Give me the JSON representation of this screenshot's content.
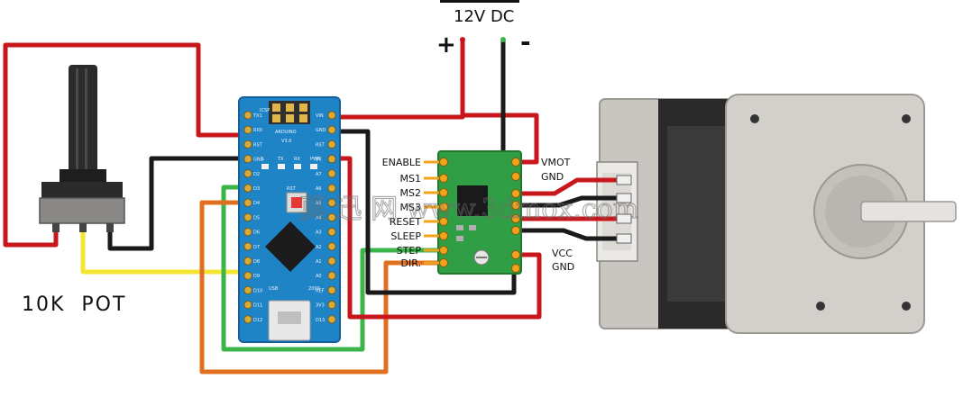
{
  "power": {
    "title": "12V DC",
    "plus": "+",
    "minus": "-"
  },
  "pot": {
    "label": "10K  POT"
  },
  "arduino": {
    "name": "ARDUINO",
    "version": "V3.0",
    "usb": "USB",
    "year": "2009",
    "left_pins": [
      "TX1",
      "RX0",
      "RST",
      "GND",
      "D2",
      "D3",
      "D4",
      "D5",
      "D6",
      "D7",
      "D8",
      "D9",
      "D10",
      "D11",
      "D12"
    ],
    "right_pins": [
      "VIN",
      "GND",
      "RST",
      "5V",
      "A7",
      "A6",
      "A5",
      "A4",
      "A3",
      "A2",
      "A1",
      "A0",
      "REF",
      "3V3",
      "D13"
    ],
    "leds": [
      "L",
      "TX",
      "RX",
      "PWR"
    ],
    "icsp": "ICSP",
    "rst_btn": "RST"
  },
  "driver": {
    "left_pins": [
      "ENABLE",
      "MS1",
      "MS2",
      "MS3",
      "RESET",
      "SLEEP",
      "STEP",
      "DIR."
    ],
    "right_top": [
      "VMOT",
      "GND"
    ],
    "right_bottom": [
      "VCC",
      "GND"
    ]
  },
  "watermark": "莫 迅 网 www.3dmox.com",
  "colors": {
    "red": "#c8161d",
    "black": "#1a1a1a",
    "green": "#3bb449",
    "orange": "#e0701f",
    "yellow": "#f3e532",
    "board_blue": "#1f84c6",
    "driver_green": "#2f9e44",
    "motor_gray": "#c8c4c0"
  }
}
